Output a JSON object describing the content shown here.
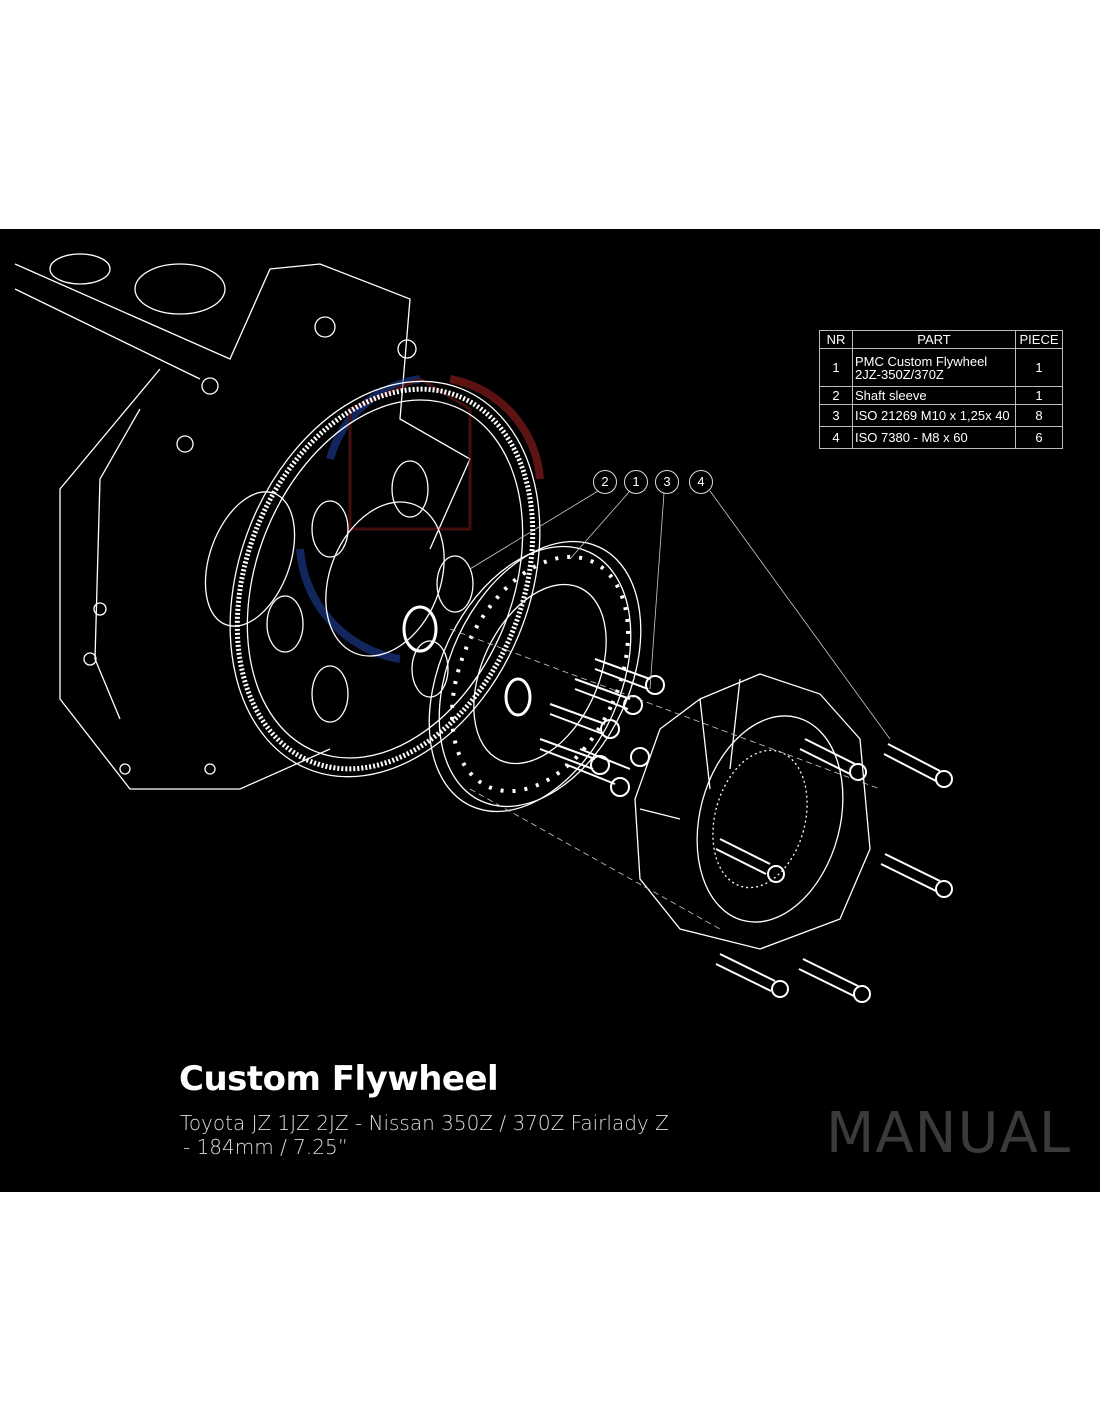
{
  "parts_table": {
    "headers": [
      "NR",
      "PART",
      "PIECE"
    ],
    "rows": [
      {
        "nr": "1",
        "part_line1": "PMC Custom Flywheel",
        "part_line2": "2JZ-350Z/370Z",
        "piece": "1"
      },
      {
        "nr": "2",
        "part_line1": "Shaft sleeve",
        "piece": "1"
      },
      {
        "nr": "3",
        "part_line1": "ISO 21269 M10 x 1,25x 40",
        "piece": "8"
      },
      {
        "nr": "4",
        "part_line1": "ISO 7380 - M8 x 60",
        "piece": "6"
      }
    ]
  },
  "callouts": [
    "2",
    "1",
    "3",
    "4"
  ],
  "title": "Custom Flywheel",
  "subtitle_line1": "Toyota JZ 1JZ 2JZ - Nissan 350Z / 370Z Fairlady Z",
  "subtitle_line2": " - 184mm / 7.25”",
  "badge": "MANUAL",
  "colors": {
    "background": "#000000",
    "lines": "#ffffff",
    "badge": "#3a3a3a"
  }
}
